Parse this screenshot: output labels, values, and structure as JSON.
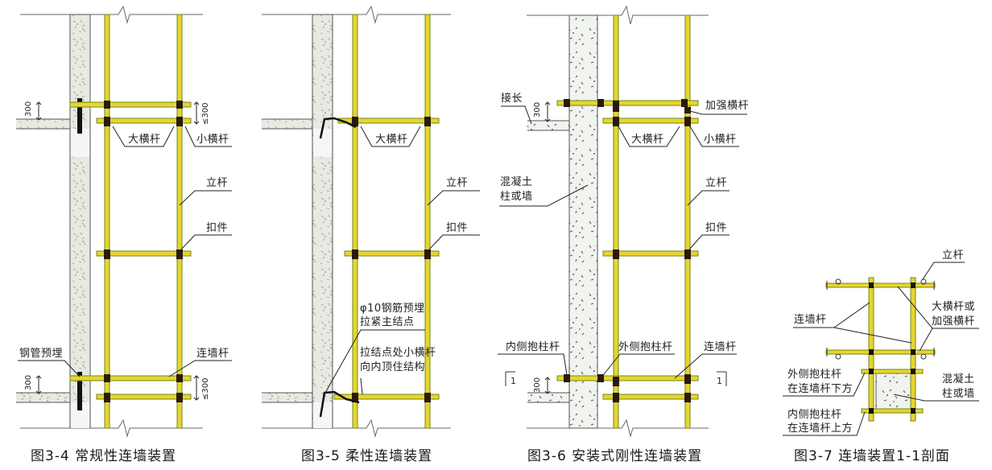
{
  "colors": {
    "tube_fill": "#E8D430",
    "tube_edge": "#6F8A1A",
    "coupler": "#2A1A0E",
    "wall_fill": "#E6EAE3",
    "wall_edge": "#555555",
    "leader": "#222222",
    "background": "#FFFFFF"
  },
  "figures": [
    {
      "id": "fig-3-4",
      "caption": "图3-4  常规性连墙装置",
      "labels": {
        "big_crossbar": "大横杆",
        "small_crossbar": "小横杆",
        "upright": "立杆",
        "coupler": "扣件",
        "embedded_pipe": "钢管预埋",
        "wall_tie": "连墙杆"
      },
      "dims": {
        "top_left": "300",
        "top_right": "≤300",
        "bottom_left": "300",
        "bottom_right": "≤300"
      }
    },
    {
      "id": "fig-3-5",
      "caption": "图3-5  柔性连墙装置",
      "labels": {
        "big_crossbar": "大横杆",
        "upright": "立杆",
        "coupler": "扣件",
        "rebar_line1": "φ10钢筋预埋",
        "rebar_line2": "拉紧主结点",
        "tie_line1": "拉结点处小横杆",
        "tie_line2": "向内顶住结构"
      }
    },
    {
      "id": "fig-3-6",
      "caption": "图3-6  安装式刚性连墙装置",
      "labels": {
        "extend": "接长",
        "reinforce": "加强横杆",
        "big_crossbar": "大横杆",
        "small_crossbar": "小横杆",
        "concrete_line1": "混凝土",
        "concrete_line2": "柱或墙",
        "upright": "立杆",
        "coupler": "扣件",
        "inner_clamp": "内侧抱柱杆",
        "outer_clamp": "外侧抱柱杆",
        "wall_tie": "连墙杆",
        "section_mark": "1"
      },
      "dims": {
        "top_left": "300",
        "bottom_left": "300"
      }
    },
    {
      "id": "fig-3-7",
      "caption": "图3-7  连墙装置1-1剖面",
      "labels": {
        "upright": "立杆",
        "wall_tie": "连墙杆",
        "crossbar_line1": "大横杆或",
        "crossbar_line2": "加强横杆",
        "outer_line1": "外侧抱柱杆",
        "outer_line2": "在连墙杆下方",
        "concrete_line1": "混凝土",
        "concrete_line2": "柱或墙",
        "inner_line1": "内侧抱柱杆",
        "inner_line2": "在连墙杆上方"
      }
    }
  ]
}
